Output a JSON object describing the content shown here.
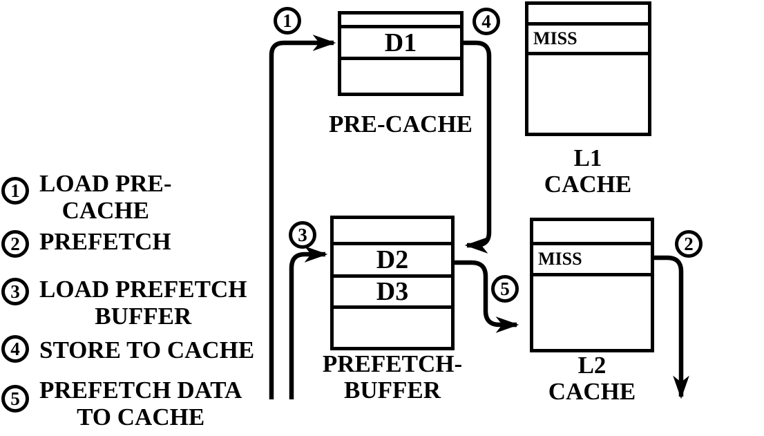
{
  "legend": {
    "items": [
      {
        "number": "1",
        "lines": [
          "LOAD PRE-",
          "CACHE"
        ]
      },
      {
        "number": "2",
        "lines": [
          "PREFETCH"
        ]
      },
      {
        "number": "3",
        "lines": [
          "LOAD PREFETCH",
          "BUFFER"
        ]
      },
      {
        "number": "4",
        "lines": [
          "STORE TO CACHE"
        ]
      },
      {
        "number": "5",
        "lines": [
          "PREFETCH DATA",
          "TO CACHE"
        ]
      }
    ]
  },
  "boxes": {
    "pre_cache": {
      "label": "PRE-CACHE",
      "rows": [
        "",
        "D1",
        ""
      ]
    },
    "l1_cache": {
      "label_lines": [
        "L1",
        "CACHE"
      ],
      "rows": [
        "",
        "MISS",
        ""
      ]
    },
    "prefetch_buffer": {
      "label_lines": [
        "PREFETCH-",
        "BUFFER"
      ],
      "rows": [
        "",
        "D2",
        "D3",
        ""
      ]
    },
    "l2_cache": {
      "label_lines": [
        "L2",
        "CACHE"
      ],
      "rows": [
        "",
        "MISS",
        ""
      ]
    }
  },
  "markers": {
    "load_pre_cache": "1",
    "prefetch": "2",
    "load_prefetch_buffer": "3",
    "store_to_cache": "4",
    "prefetch_data_to_cache": "5"
  },
  "colors": {
    "ink": "#000000",
    "background": "#ffffff"
  }
}
